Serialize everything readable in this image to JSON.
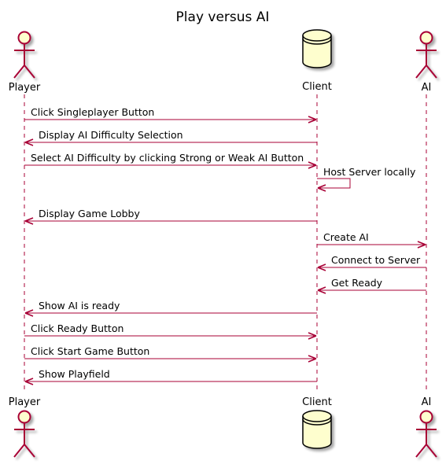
{
  "diagram": {
    "title": "Play versus AI",
    "participants": [
      {
        "id": "player",
        "label": "Player",
        "kind": "actor"
      },
      {
        "id": "client",
        "label": "Client",
        "kind": "database"
      },
      {
        "id": "ai",
        "label": "AI",
        "kind": "actor"
      }
    ],
    "messages": [
      {
        "from": "player",
        "to": "client",
        "label": "Click Singleplayer Button"
      },
      {
        "from": "client",
        "to": "player",
        "label": "Display AI Difficulty Selection"
      },
      {
        "from": "player",
        "to": "client",
        "label": "Select AI Difficulty by clicking Strong or Weak AI Button"
      },
      {
        "from": "client",
        "to": "client",
        "label": "Host Server locally"
      },
      {
        "from": "client",
        "to": "player",
        "label": "Display Game Lobby"
      },
      {
        "from": "client",
        "to": "ai",
        "label": "Create AI"
      },
      {
        "from": "ai",
        "to": "client",
        "label": "Connect to Server"
      },
      {
        "from": "ai",
        "to": "client",
        "label": "Get Ready"
      },
      {
        "from": "client",
        "to": "player",
        "label": "Show AI is ready"
      },
      {
        "from": "player",
        "to": "client",
        "label": "Click Ready Button"
      },
      {
        "from": "player",
        "to": "client",
        "label": "Click Start Game Button"
      },
      {
        "from": "client",
        "to": "player",
        "label": "Show Playfield"
      }
    ],
    "colors": {
      "message_line": "#a80036",
      "lifeline": "#a80036",
      "participant_fill": "#fefece",
      "participant_stroke": "#a80036",
      "text": "#000000"
    }
  }
}
